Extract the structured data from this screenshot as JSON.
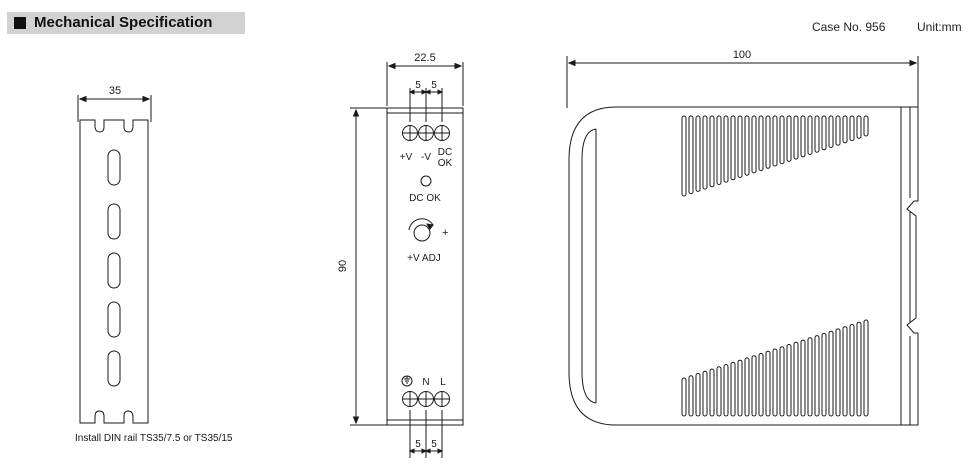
{
  "header": {
    "title": "Mechanical Specification"
  },
  "case_info": {
    "case_no": "Case No. 956",
    "unit": "Unit:mm"
  },
  "din_rail": {
    "width_dim": "35",
    "note": "Install DIN rail TS35/7.5 or TS35/15"
  },
  "front_view": {
    "width_dim": "22.5",
    "height_dim": "90",
    "top_pitch_left": "5",
    "top_pitch_right": "5",
    "bottom_pitch_left": "5",
    "bottom_pitch_right": "5",
    "terminal_plus_v": "+V",
    "terminal_minus_v": "-V",
    "terminal_dc": "DC",
    "terminal_ok": "OK",
    "dc_ok_led": "DC OK",
    "adj_plus": "+",
    "adj_label": "+V ADJ",
    "terminal_n": "N",
    "terminal_l": "L"
  },
  "side_view": {
    "depth_dim": "100"
  },
  "colors": {
    "line": "#1a1a1a",
    "header_bg": "#d2d2d2"
  }
}
